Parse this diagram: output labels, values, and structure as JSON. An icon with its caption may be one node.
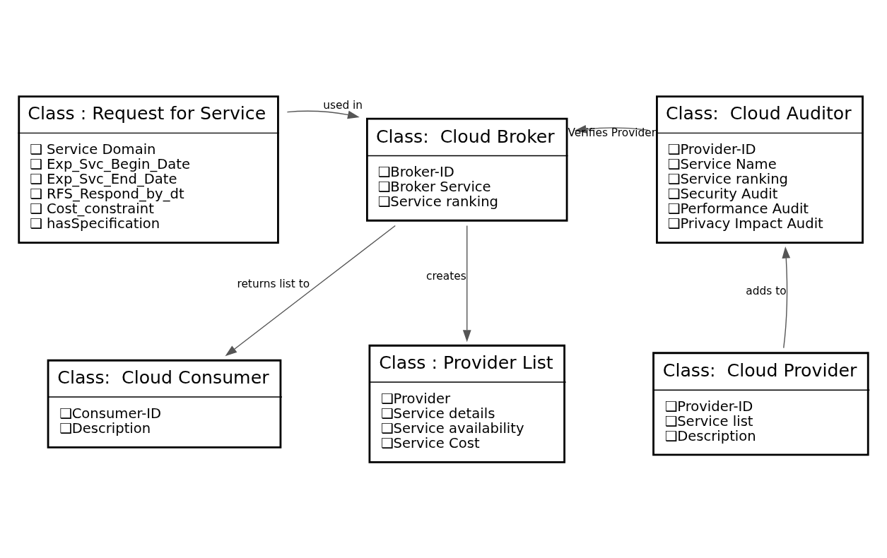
{
  "diagram": {
    "nodes": [
      {
        "text": [
          "Class : Request for Service",
          "❑ Service Domain",
          "❑ Exp_Svc_Begin_Date",
          "❑ Exp_Svc_End_Date",
          "❑ RFS_Respond_by_dt",
          "❑ Cost_constraint",
          "❑ hasSpecification"
        ]
      },
      {
        "text": [
          "Class:  Cloud Broker",
          "❑Broker-ID",
          "❑Broker Service",
          "❑Service ranking"
        ]
      },
      {
        "text": [
          "Class:  Cloud Auditor",
          "❑Provider-ID",
          "❑Service Name",
          "❑Service ranking",
          "❑Security Audit",
          "❑Performance Audit",
          "❑Privacy Impact Audit"
        ]
      },
      {
        "text": [
          "Class:  Cloud Consumer",
          "❑Consumer-ID",
          "❑Description"
        ]
      },
      {
        "text": [
          "Class : Provider List",
          "❑Provider",
          "❑Service details",
          "❑Service availability",
          "❑Service Cost"
        ]
      },
      {
        "text": [
          "Class:  Cloud Provider",
          "❑Provider-ID",
          "❑Service list",
          "❑Description"
        ]
      }
    ],
    "edges": [
      {
        "from": 0,
        "to": 1,
        "arrow": "to",
        "label": "used in"
      },
      {
        "from": 2,
        "to": 1,
        "arrow": "to",
        "label": "Verifies Provider"
      },
      {
        "from": 1,
        "to": 3,
        "arrow": "to",
        "label": "returns list to"
      },
      {
        "from": 1,
        "to": 4,
        "arrow": "to",
        "label": "creates"
      },
      {
        "from": 5,
        "to": 2,
        "arrow": "to",
        "label": "adds to"
      }
    ]
  }
}
